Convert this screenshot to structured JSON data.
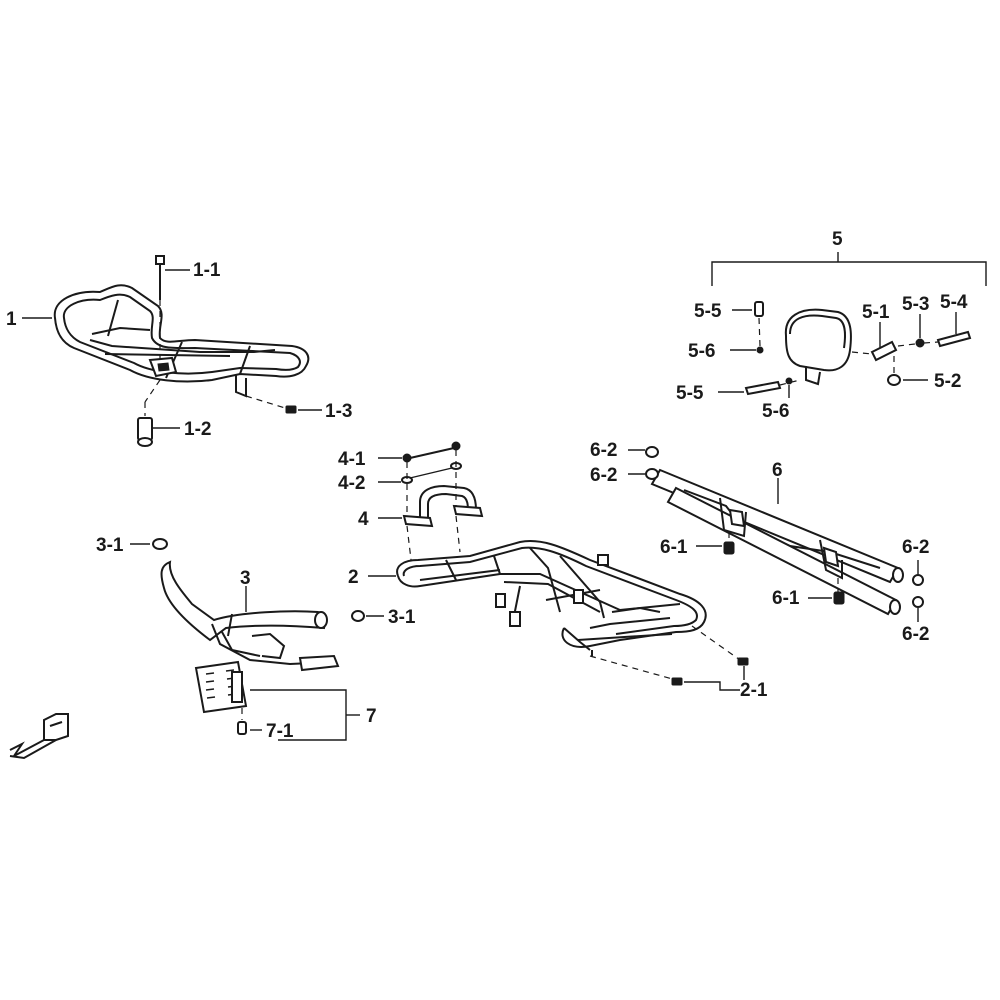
{
  "labels": {
    "p1": "1",
    "p1_1": "1-1",
    "p1_2": "1-2",
    "p1_3": "1-3",
    "p2": "2",
    "p2_1": "2-1",
    "p3": "3",
    "p3_1a": "3-1",
    "p3_1b": "3-1",
    "p4": "4",
    "p4_1": "4-1",
    "p4_2": "4-2",
    "p5": "5",
    "p5_1": "5-1",
    "p5_2": "5-2",
    "p5_3": "5-3",
    "p5_4": "5-4",
    "p5_5a": "5-5",
    "p5_5b": "5-5",
    "p5_6a": "5-6",
    "p5_6b": "5-6",
    "p6": "6",
    "p6_1a": "6-1",
    "p6_1b": "6-1",
    "p6_2a": "6-2",
    "p6_2b": "6-2",
    "p6_2c": "6-2",
    "p6_2d": "6-2",
    "p7": "7",
    "p7_1": "7-1"
  },
  "icons": {
    "direction": "front-direction-arrow-icon"
  }
}
